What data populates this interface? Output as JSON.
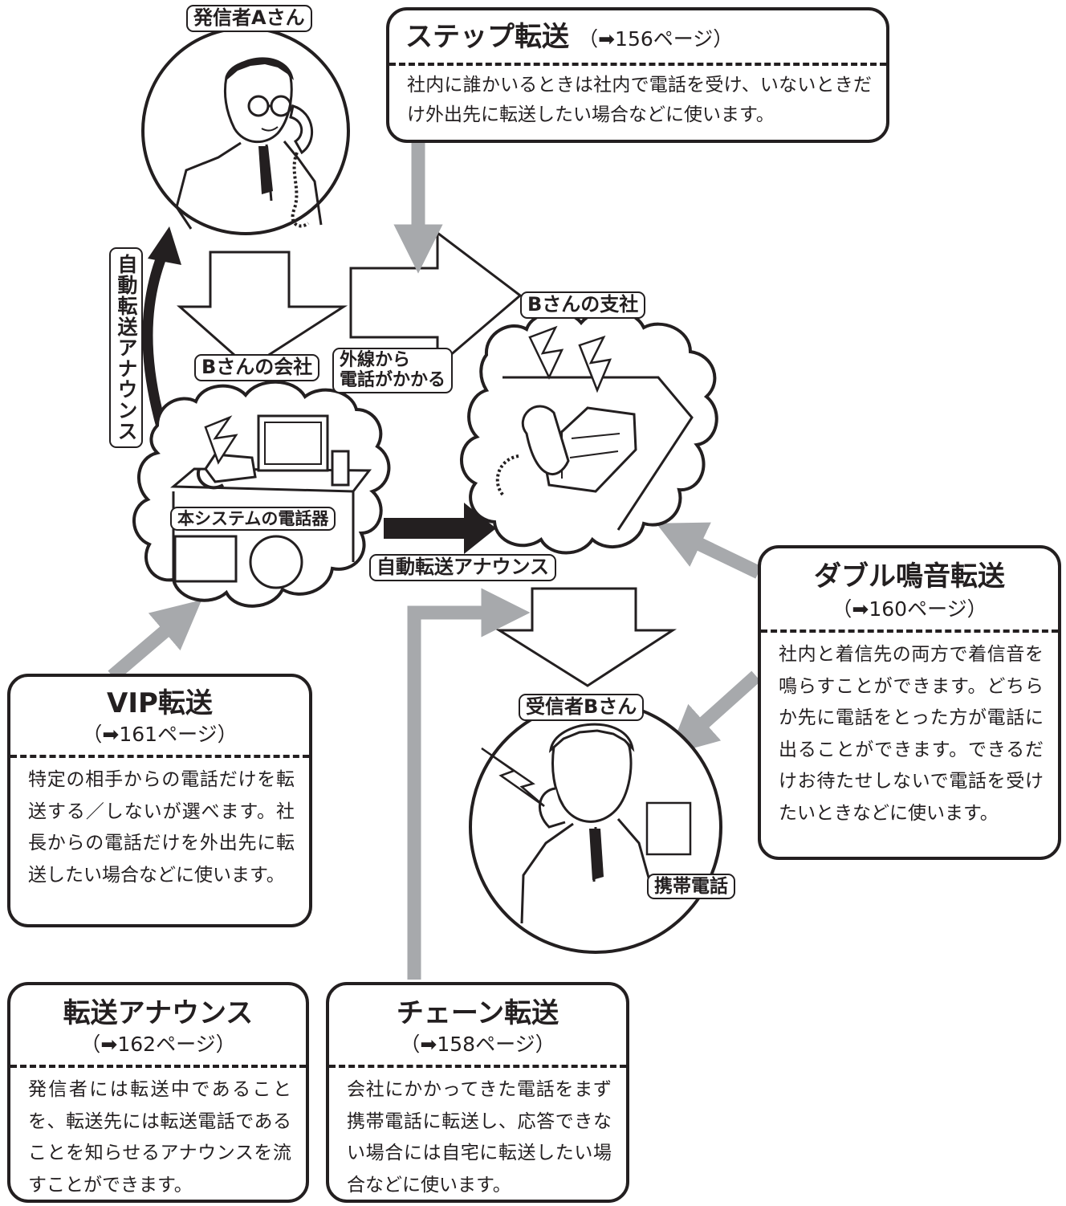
{
  "labels": {
    "caller": "発信者Aさん",
    "branch": "Bさんの支社",
    "company": "Bさんの会社",
    "external_call": [
      "外線から",
      "電話がかかる"
    ],
    "system_phone": "本システムの電話器",
    "auto_announce_vertical": "自動転送アナウンス",
    "auto_announce_horizontal": "自動転送アナウンス",
    "receiver": "受信者Bさん",
    "mobile": "携帯電話"
  },
  "boxes": {
    "step": {
      "title": "ステップ転送",
      "ref": "（➡156ページ）",
      "desc": "社内に誰かいるときは社内で電話を受け、いないときだけ外出先に転送したい場合などに使います。"
    },
    "double": {
      "title": "ダブル鳴音転送",
      "ref": "（➡160ページ）",
      "desc": "社内と着信先の両方で着信音を鳴らすことができます。どちらか先に電話をとった方が電話に出ることができます。できるだけお待たせしないで電話を受けたいときなどに使います。"
    },
    "vip": {
      "title": "VIP転送",
      "ref": "（➡161ページ）",
      "desc": "特定の相手からの電話だけを転送する／しないが選べます。社長からの電話だけを外出先に転送したい場合などに使います。"
    },
    "announce": {
      "title": "転送アナウンス",
      "ref": "（➡162ページ）",
      "desc": "発信者には転送中であることを、転送先には転送電話であることを知らせるアナウンスを流すことができます。"
    },
    "chain": {
      "title": "チェーン転送",
      "ref": "（➡158ページ）",
      "desc": "会社にかかってきた電話をまず携帯電話に転送し、応答できない場合には自宅に転送したい場合などに使います。"
    }
  },
  "colors": {
    "line": "#231f20",
    "gray_arrow": "#a7a9ac",
    "paper": "#ffffff"
  }
}
